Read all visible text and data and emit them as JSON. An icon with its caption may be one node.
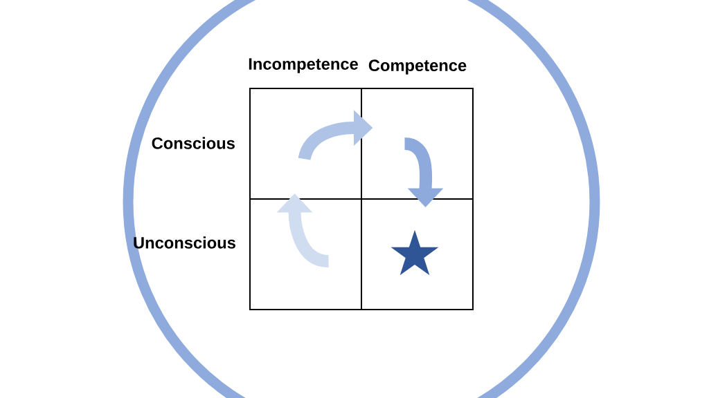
{
  "diagram": {
    "nodes": [
      {
        "text": [],
        "shape": "box"
      },
      {
        "text": [],
        "shape": "box"
      },
      {
        "text": [],
        "shape": "box"
      },
      {
        "text": [],
        "shape": "box"
      }
    ],
    "edges": [
      {
        "from": 0,
        "to": 1,
        "arrow": "to",
        "color": "#aec3e6"
      },
      {
        "from": 1,
        "to": 3,
        "arrow": "to",
        "color": "#8eaadc"
      },
      {
        "from": 2,
        "to": 0,
        "arrow": "to",
        "color": "#d0dcf0"
      }
    ],
    "labels": [
      "Incompetence",
      "Competence",
      "Conscious",
      "Unconscious"
    ]
  }
}
